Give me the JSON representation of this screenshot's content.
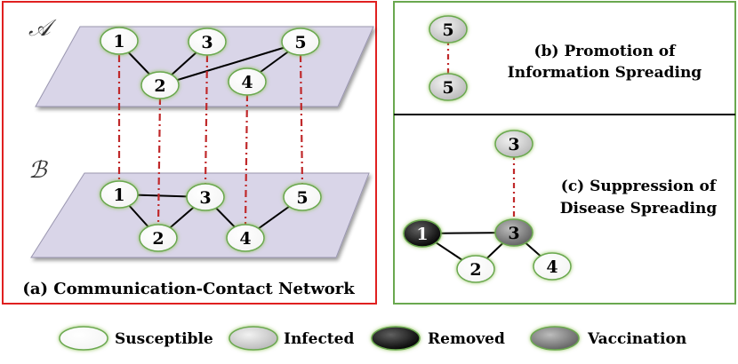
{
  "panel_a": {
    "caption": "(a) Communication-Contact Network",
    "layer_top_label": "𝒜",
    "layer_bottom_label": "ℬ",
    "top_nodes": [
      "1",
      "3",
      "5",
      "2",
      "4"
    ],
    "bottom_nodes": [
      "1",
      "3",
      "5",
      "2",
      "4"
    ]
  },
  "panel_b": {
    "caption_line1": "(b) Promotion of",
    "caption_line2": "Information Spreading",
    "nodes": [
      "5",
      "5"
    ]
  },
  "panel_c": {
    "caption_line1": "(c) Suppression of",
    "caption_line2": "Disease Spreading",
    "nodes": [
      "3",
      "1",
      "3",
      "2",
      "4"
    ]
  },
  "legend": [
    {
      "label": "Susceptible",
      "state": "susceptible"
    },
    {
      "label": "Infected",
      "state": "infected"
    },
    {
      "label": "Removed",
      "state": "removed"
    },
    {
      "label": "Vaccination",
      "state": "vaccination"
    }
  ],
  "colors": {
    "panel_a_border": "#e02020",
    "panel_bc_border": "#6aa84f",
    "plane_fill": "#d9d5e8",
    "interlayer_link": "#c0282a",
    "node_glow": "#8cc152"
  }
}
